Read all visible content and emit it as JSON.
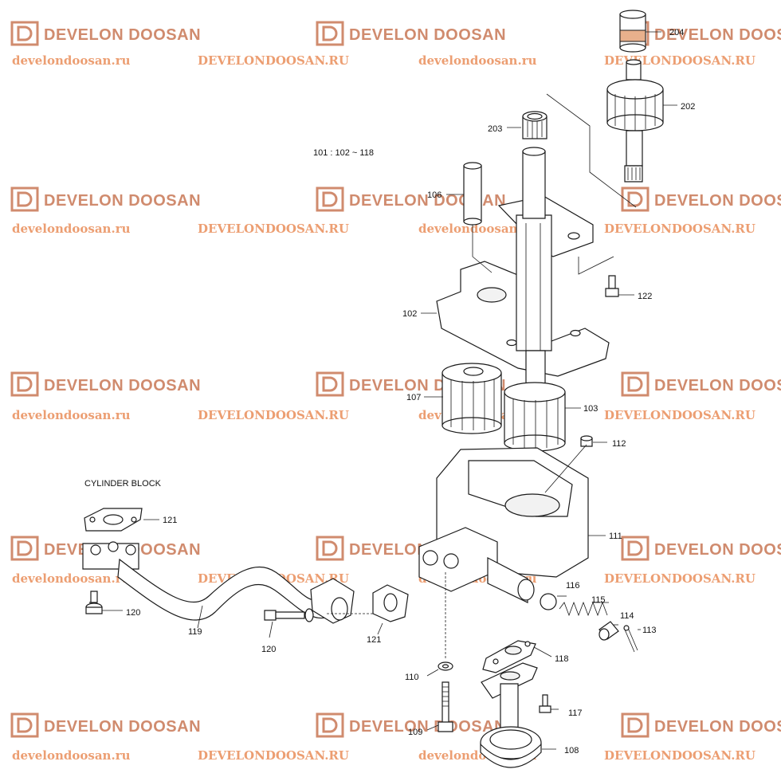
{
  "diagram_title": "",
  "assembly_note": "101 : 102 ~ 118",
  "cylinder_block_label": "CYLINDER BLOCK",
  "labels": {
    "p204": "204",
    "p202": "202",
    "p203": "203",
    "p106": "106",
    "p122": "122",
    "p102": "102",
    "p107": "107",
    "p103": "103",
    "p112": "112",
    "p121a": "121",
    "p111": "111",
    "p120a": "120",
    "p119": "119",
    "p120b": "120",
    "p121b": "121",
    "p116": "116",
    "p115": "115",
    "p114": "114",
    "p113": "113",
    "p118": "118",
    "p110": "110",
    "p117": "117",
    "p109": "109",
    "p108": "108"
  },
  "watermark": {
    "logo_text": "DEVELON DOOSAN",
    "url_lower": "develondoosan.ru",
    "url_upper": "DEVELONDOOSAN.RU",
    "color": "#c87755"
  }
}
